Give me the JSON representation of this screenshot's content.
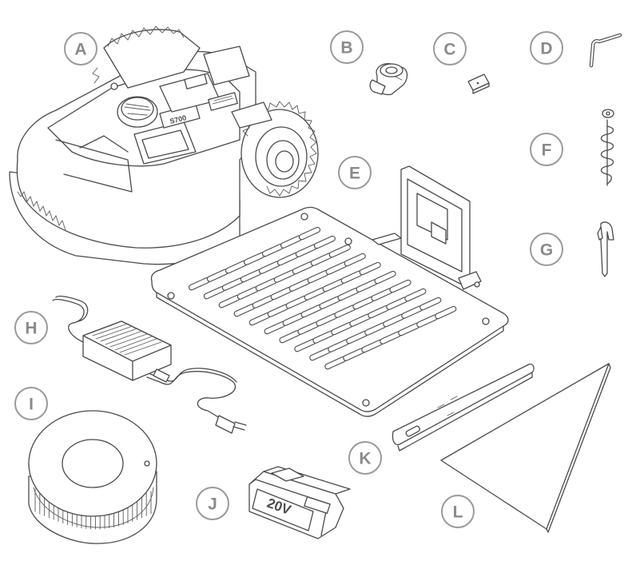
{
  "labels": {
    "a": "A",
    "b": "B",
    "c": "C",
    "d": "D",
    "e": "E",
    "f": "F",
    "g": "G",
    "h": "H",
    "i": "I",
    "j": "J",
    "k": "K",
    "l": "L"
  },
  "marks": {
    "mower_model": "S700",
    "battery_rating": "20V"
  },
  "colors": {
    "line": "#4a4a4a",
    "label_ring": "#9a9a9a",
    "label_text": "#8a8a8a"
  },
  "icons": {
    "a": "robotic-mower",
    "b": "wire-connector",
    "c": "blade",
    "d": "hex-key",
    "e": "charging-station",
    "f": "screw-peg",
    "g": "wire-peg",
    "h": "power-adapter",
    "i": "boundary-wire-spool",
    "j": "battery-pack",
    "k": "distance-gauge",
    "l": "set-square"
  }
}
